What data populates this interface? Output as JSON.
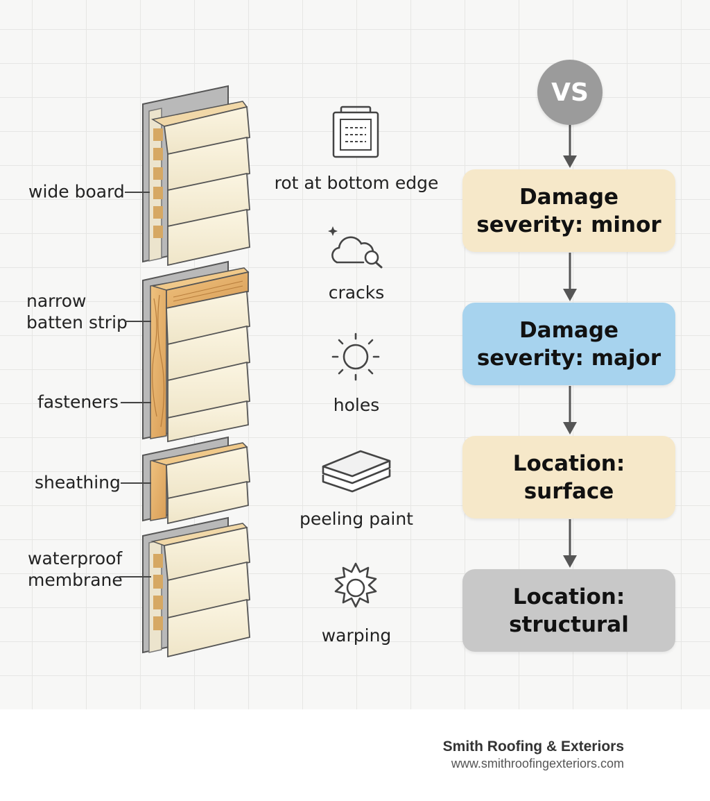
{
  "layers": [
    {
      "label": "wide board"
    },
    {
      "label": "narrow\nbatten strip"
    },
    {
      "label": "fasteners"
    },
    {
      "label": "sheathing"
    },
    {
      "label": "waterproof\nmembrane"
    }
  ],
  "issues": [
    {
      "label": "rot at bottom edge",
      "icon": "framed-panel-icon"
    },
    {
      "label": "cracks",
      "icon": "cloud-search-icon"
    },
    {
      "label": "holes",
      "icon": "sun-icon"
    },
    {
      "label": "peeling paint",
      "icon": "stacked-layers-icon"
    },
    {
      "label": "warping",
      "icon": "gear-icon"
    }
  ],
  "flow": {
    "start": "VS",
    "boxes": [
      {
        "label": "Damage severity: minor",
        "color": "#f6e8c9"
      },
      {
        "label": "Damage severity: major",
        "color": "#a7d3ee"
      },
      {
        "label": "Location: surface",
        "color": "#f6e8c9"
      },
      {
        "label": "Location: structural",
        "color": "#c8c8c8"
      }
    ]
  },
  "footer": {
    "company": "Smith Roofing & Exteriors",
    "url": "www.smithroofingexteriors.com"
  }
}
